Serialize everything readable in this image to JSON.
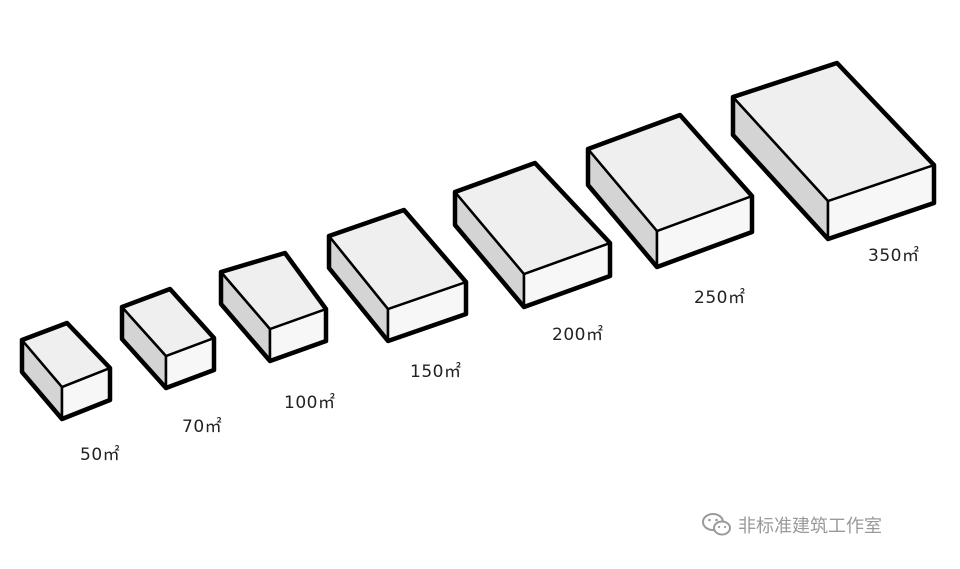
{
  "diagram": {
    "blocks": [
      {
        "label": "50㎡"
      },
      {
        "label": "70㎡"
      },
      {
        "label": "100㎡"
      },
      {
        "label": "150㎡"
      },
      {
        "label": "200㎡"
      },
      {
        "label": "250㎡"
      },
      {
        "label": "350㎡"
      }
    ]
  },
  "watermark": {
    "text": "非标准建筑工作室",
    "icon": "wechat-icon"
  },
  "colors": {
    "top_face": "#efefef",
    "side_face": "#d4d4d4",
    "front_face": "#f7f7f7",
    "outline": "#000000",
    "background": "#ffffff"
  }
}
